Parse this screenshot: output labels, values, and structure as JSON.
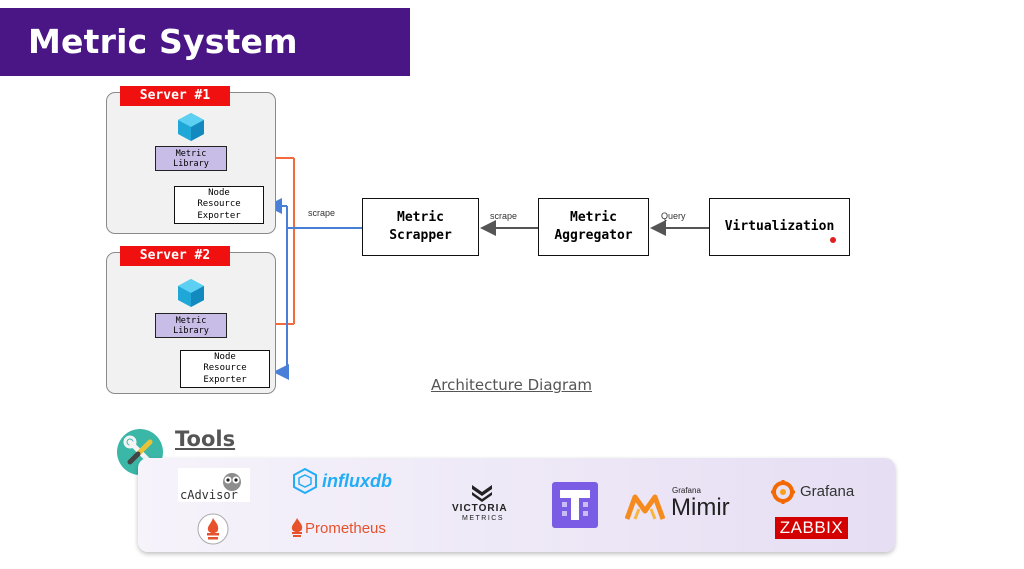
{
  "title": "Metric System",
  "servers": [
    {
      "tag": "Server #1",
      "library": "Metric\nLibrary",
      "exporter": "Node\nResource\nExporter"
    },
    {
      "tag": "Server #2",
      "library": "Metric\nLibrary",
      "exporter": "Node\nResource\nExporter"
    }
  ],
  "nodes": {
    "scrapper": "Metric\nScrapper",
    "aggregator": "Metric\nAggregator",
    "virtualization": "Virtualization"
  },
  "edges": {
    "scrape_servers": "scrape",
    "scrape_aggregator": "scrape",
    "query": "Query"
  },
  "caption": "Architecture Diagram",
  "tools": {
    "title": "Tools",
    "logos": {
      "cadvisor": "cAdvisor",
      "influxdb": "influxdb",
      "prometheus": "Prometheus",
      "victoria_1": "VICTORIA",
      "victoria_2": "METRICS",
      "mimir_brand": "Grafana",
      "mimir": "Mimir",
      "grafana": "Grafana",
      "zabbix": "ZABBIX"
    }
  },
  "colors": {
    "title_bg": "#4a1686",
    "server_tag": "#f01010",
    "library_fill": "#c7bde6",
    "arrow_orange": "#f26a3d",
    "arrow_blue": "#4a7fd8",
    "arrow_gray": "#555555",
    "cube": "#1fa7d8"
  }
}
